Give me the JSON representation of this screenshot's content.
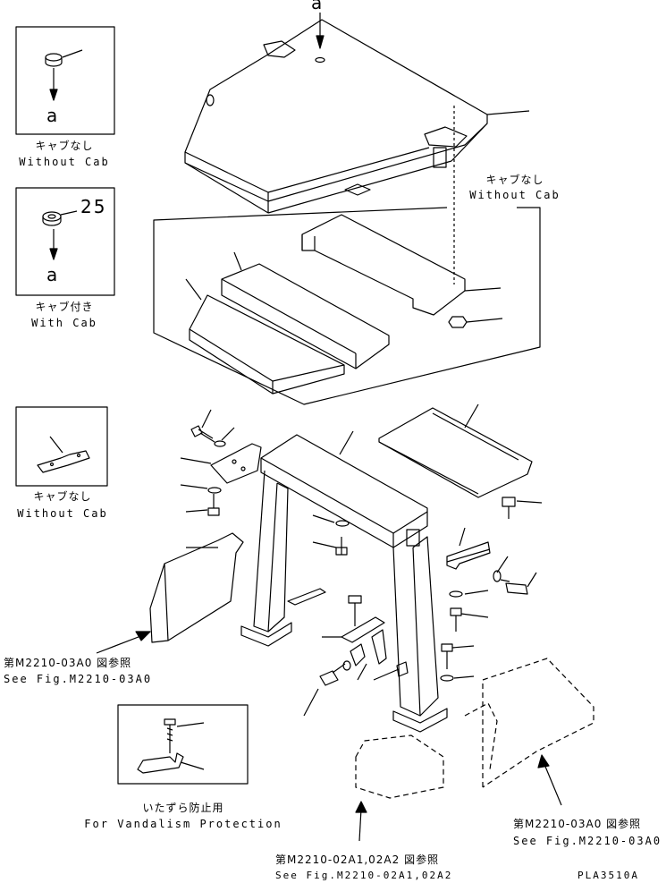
{
  "callouts": {
    "top_arrow_letter": "a",
    "inset_a_letter": "a",
    "inset_b_letter": "a",
    "inset_b_number": "25"
  },
  "labels": {
    "without_cab_jp": "キャブなし",
    "without_cab_en": "Without Cab",
    "with_cab_jp": "キャブ付き",
    "with_cab_en": "With Cab",
    "vandal_jp": "いたずら防止用",
    "vandal_en": "For Vandalism Protection",
    "ref_m2210_03a0_jp": "第M2210-03A0 図参照",
    "ref_m2210_03a0_en": "See Fig.M2210-03A0",
    "ref_m2210_02a1_jp": "第M2210-02A1,02A2 図参照",
    "ref_m2210_02a1_en": "See Fig.M2210-02A1,02A2",
    "drawing_code": "PLA3510A"
  }
}
